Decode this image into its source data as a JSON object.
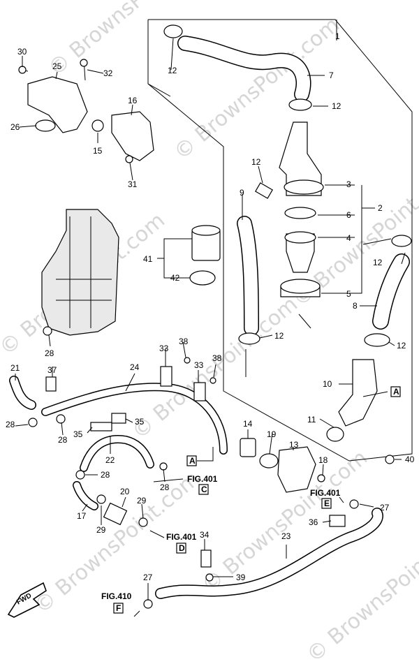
{
  "watermark": {
    "text": "© BrownsPoint.com",
    "color": "#d6d6d6"
  },
  "callouts": {
    "c1": "1",
    "c2": "2",
    "c3": "3",
    "c4": "4",
    "c5": "5",
    "c6": "6",
    "c7": "7",
    "c8": "8",
    "c9": "9",
    "c10": "10",
    "c11": "11",
    "c12a": "12",
    "c12b": "12",
    "c12c": "12",
    "c12d": "12",
    "c12e": "12",
    "c12f": "12",
    "c13": "13",
    "c14": "14",
    "c15": "15",
    "c16": "16",
    "c17": "17",
    "c18": "18",
    "c19": "19",
    "c20": "20",
    "c21": "21",
    "c22": "22",
    "c23": "23",
    "c24": "24",
    "c25": "25",
    "c26": "26",
    "c27a": "27",
    "c27b": "27",
    "c28a": "28",
    "c28b": "28",
    "c28c": "28",
    "c28d": "28",
    "c28e": "28",
    "c29a": "29",
    "c29b": "29",
    "c30": "30",
    "c31": "31",
    "c32": "32",
    "c33a": "33",
    "c33b": "33",
    "c34": "34",
    "c35a": "35",
    "c35b": "35",
    "c36": "36",
    "c37": "37",
    "c38a": "38",
    "c38b": "38",
    "c39": "39",
    "c40": "40",
    "c41": "41",
    "c42": "42"
  },
  "refs": {
    "box_a1": "A",
    "box_a2": "A",
    "fig401_c_label": "FIG.401",
    "fig401_c_box": "C",
    "fig401_e_label": "FIG.401",
    "fig401_e_box": "E",
    "fig401_d_label": "FIG.401",
    "fig401_d_box": "D",
    "fig410_label": "FIG.410",
    "fig410_box": "F"
  },
  "fwd_label": "FWD"
}
